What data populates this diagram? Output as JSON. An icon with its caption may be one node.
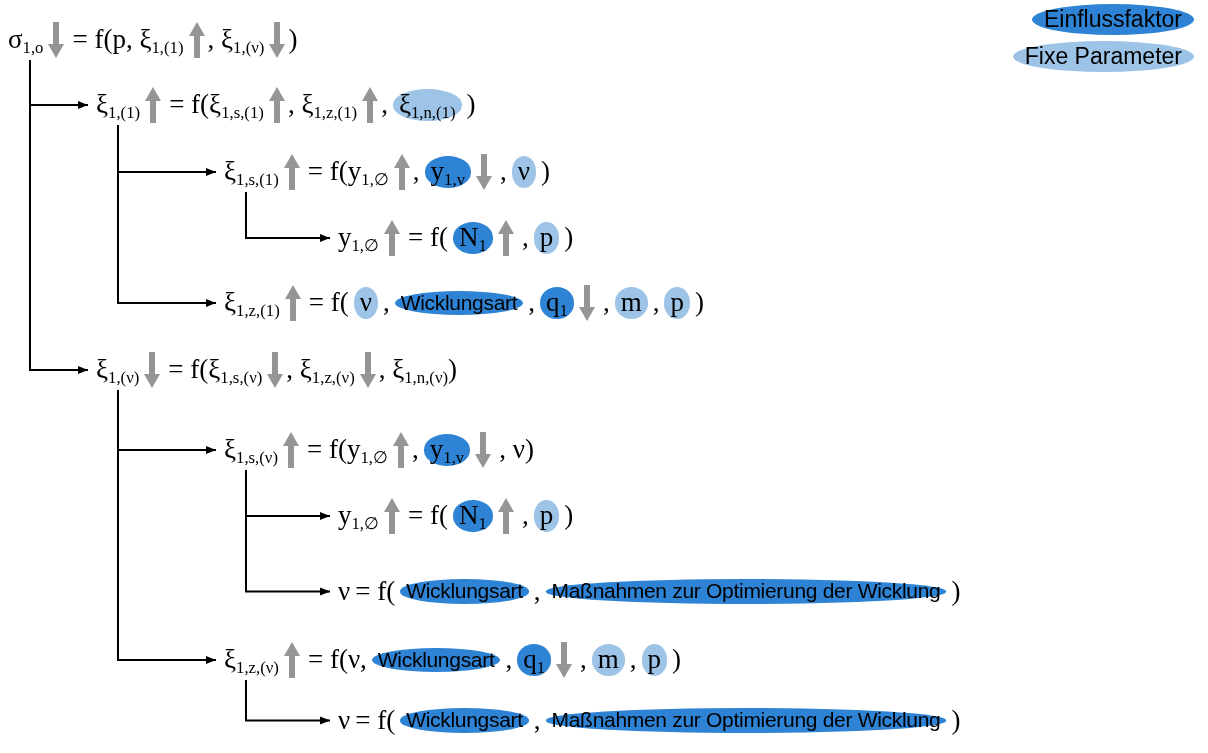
{
  "diagram": {
    "nodes": [
      {
        "text": [
          "σ$_{1,o}$"
        ]
      },
      {
        "text": [
          "ξ$_{1,(1)}$"
        ]
      },
      {
        "text": [
          "ξ$_{1,n,(1)}$"
        ]
      },
      {
        "text": [
          "ξ$_{1,s,(1)}$"
        ]
      },
      {
        "text": [
          "y$_{1,v}$"
        ]
      },
      {
        "text": [
          "ν"
        ]
      },
      {
        "text": [
          "y$_{1,∅}$"
        ]
      },
      {
        "text": [
          "N$_{1}$"
        ]
      },
      {
        "text": [
          "p"
        ]
      },
      {
        "text": [
          "ξ$_{1,z,(1)}$"
        ]
      },
      {
        "text": [
          "ν"
        ]
      },
      {
        "text": [
          "Wicklungsart"
        ]
      },
      {
        "text": [
          "q$_{1}$"
        ]
      },
      {
        "text": [
          "m"
        ]
      },
      {
        "text": [
          "p"
        ]
      },
      {
        "text": [
          "ξ$_{1,(ν)}$"
        ]
      },
      {
        "text": [
          "ξ$_{1,s,(ν)}$"
        ]
      },
      {
        "text": [
          "y$_{1,v}$"
        ]
      },
      {
        "text": [
          "y$_{1,∅}$"
        ]
      },
      {
        "text": [
          "N$_{1}$"
        ]
      },
      {
        "text": [
          "p"
        ]
      },
      {
        "text": [
          "ν"
        ]
      },
      {
        "text": [
          "Wicklungsart"
        ]
      },
      {
        "text": [
          "Maßnahmen zur Optimierung der Wicklung"
        ]
      },
      {
        "text": [
          "ξ$_{1,z,(ν)}$"
        ]
      },
      {
        "text": [
          "Wicklungsart"
        ]
      },
      {
        "text": [
          "q$_{1}$"
        ]
      },
      {
        "text": [
          "m"
        ]
      },
      {
        "text": [
          "p"
        ]
      },
      {
        "text": [
          "ν"
        ]
      },
      {
        "text": [
          "Wicklungsart"
        ]
      },
      {
        "text": [
          "Maßnahmen zur Optimierung der Wicklung"
        ]
      }
    ],
    "edges": [
      {
        "from": 0,
        "to": 1,
        "arrow": "to"
      },
      {
        "from": 1,
        "to": 3,
        "arrow": "to"
      },
      {
        "from": 3,
        "to": 6,
        "arrow": "to"
      },
      {
        "from": 1,
        "to": 9,
        "arrow": "to"
      },
      {
        "from": 0,
        "to": 15,
        "arrow": "to"
      },
      {
        "from": 15,
        "to": 16,
        "arrow": "to"
      },
      {
        "from": 16,
        "to": 18,
        "arrow": "to"
      },
      {
        "from": 16,
        "to": 21,
        "arrow": "to"
      },
      {
        "from": 15,
        "to": 24,
        "arrow": "to"
      },
      {
        "from": 24,
        "to": 29,
        "arrow": "to"
      }
    ],
    "labels": [
      "= f(p, ξ$_{1,(1)}$",
      ", ξ$_{1,(ν)}$",
      ")",
      "= f(ξ$_{1,s,(1)}$",
      ", ξ$_{1,z,(1)}$",
      ",",
      ")",
      "= f(y$_{1,∅}$",
      ",",
      ",",
      ")",
      "= f(",
      ",",
      ")",
      "= f(",
      ",",
      ",",
      ",",
      ",",
      ")",
      "= f(ξ$_{1,s,(ν)}$",
      ", ξ$_{1,z,(ν)}$",
      ", ξ$_{1,n,(ν)}$)",
      "= f(y$_{1,∅}$",
      ",",
      ", ν)",
      "= f(",
      ",",
      ")",
      "= f(",
      ",",
      ")",
      "= f(ν,",
      ",",
      ",",
      ",",
      ")",
      "= f(",
      ",",
      ")"
    ],
    "legend": [
      {
        "text": "Einflussfaktor",
        "color": "#2e83d4"
      },
      {
        "text": "Fixe Parameter",
        "color": "#9dc3e6"
      }
    ]
  }
}
